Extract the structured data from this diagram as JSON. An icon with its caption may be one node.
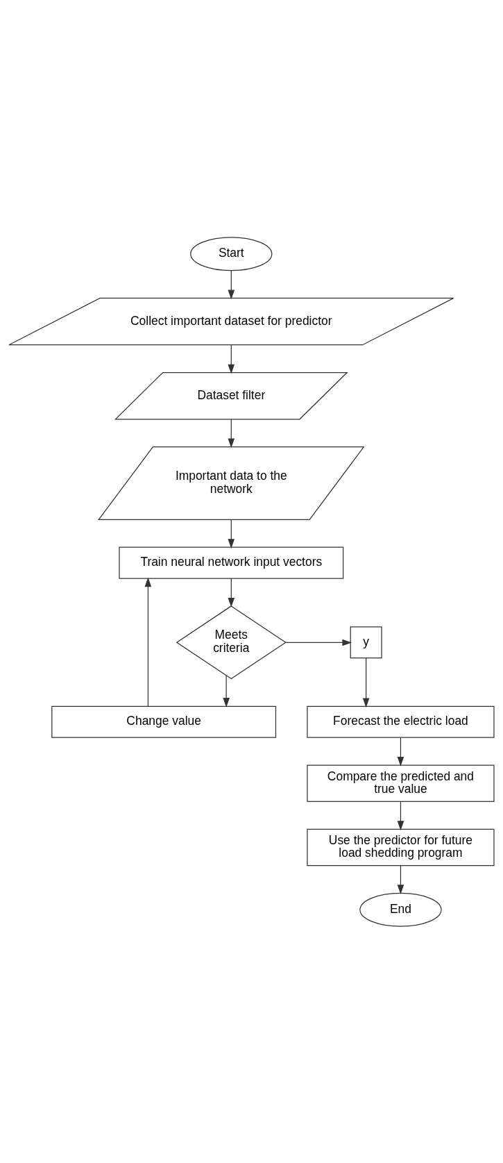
{
  "diagram": {
    "nodes": [
      {
        "text": [
          "Start"
        ]
      },
      {
        "text": [
          "Collect important dataset for predictor"
        ]
      },
      {
        "text": [
          "Dataset filter"
        ]
      },
      {
        "text": [
          "Important data to the network"
        ]
      },
      {
        "text": [
          "Train neural network input vectors"
        ]
      },
      {
        "text": [
          "Meets criteria"
        ]
      },
      {
        "text": [
          "y"
        ]
      },
      {
        "text": [
          "Change value"
        ]
      },
      {
        "text": [
          "Forecast the electric load"
        ]
      },
      {
        "text": [
          "Compare the predicted and true value"
        ]
      },
      {
        "text": [
          "Use the predictor for future load shedding program"
        ]
      },
      {
        "text": [
          "End"
        ]
      }
    ],
    "edges": [
      {
        "from": 0,
        "to": 1,
        "arrow": "to"
      },
      {
        "from": 1,
        "to": 2,
        "arrow": "to"
      },
      {
        "from": 2,
        "to": 3,
        "arrow": "to"
      },
      {
        "from": 3,
        "to": 4,
        "arrow": "to"
      },
      {
        "from": 4,
        "to": 5,
        "arrow": "to"
      },
      {
        "from": 5,
        "to": 6,
        "arrow": "to"
      },
      {
        "from": 6,
        "to": 8,
        "arrow": "to"
      },
      {
        "from": 5,
        "to": 7,
        "arrow": "to"
      },
      {
        "from": 7,
        "to": 4,
        "arrow": "to"
      },
      {
        "from": 8,
        "to": 9,
        "arrow": "to"
      },
      {
        "from": 9,
        "to": 10,
        "arrow": "to"
      },
      {
        "from": 10,
        "to": 11,
        "arrow": "to"
      }
    ]
  }
}
